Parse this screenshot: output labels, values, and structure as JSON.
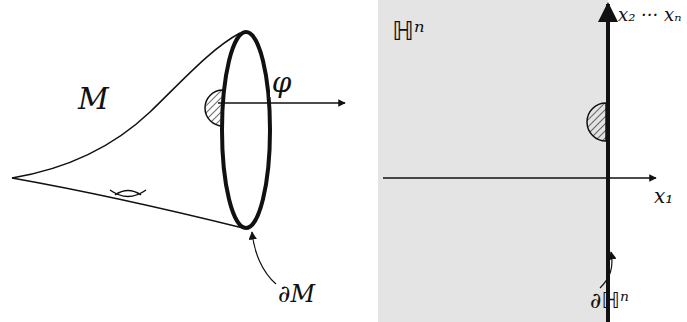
{
  "diagram": {
    "nodes": [
      {
        "text": [
          "M"
        ]
      },
      {
        "text": [
          "ℍⁿ"
        ]
      }
    ],
    "edges": [
      {
        "from": 0,
        "to": 1,
        "label": "φ",
        "arrow": "to"
      }
    ],
    "labels": [
      "∂M",
      "x₂ ··· xₙ",
      "x₁",
      "∂ℍⁿ"
    ]
  }
}
